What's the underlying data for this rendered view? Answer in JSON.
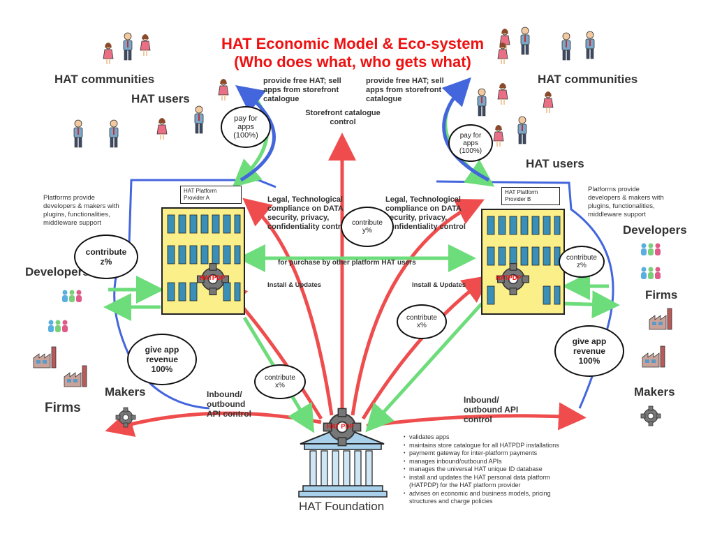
{
  "title": {
    "line1": "HAT Economic Model & Eco-system",
    "line2": "(Who does what, who gets what)"
  },
  "labels": {
    "hat_communities_left": "HAT communities",
    "hat_communities_right": "HAT communities",
    "hat_users_left": "HAT users",
    "hat_users_right": "HAT users",
    "developers_left": "Developers",
    "developers_right": "Developers",
    "firms_left": "Firms",
    "firms_right": "Firms",
    "makers_left": "Makers",
    "makers_right": "Makers",
    "foundation": "HAT Foundation",
    "storefront": "Storefront catalogue\ncontrol",
    "provide_left": "provide free HAT; sell\napps from storefront\ncatalogue",
    "provide_right": "provide free HAT; sell\napps from storefront\ncatalogue",
    "legal_left": "Legal, Technological\ncompliance on DATA\nsecurity, privacy,\nconfidentiality control",
    "legal_right": "Legal, Technological\ncompliance on DATA\nsecurity, privacy,\nconfidentiality control",
    "purchase": "for purchase by other platform HAT users",
    "install_left": "Install & Updates",
    "install_right": "Install & Updates",
    "inbound_left": "Inbound/\noutbound\nAPI control",
    "inbound_right": "Inbound/\noutbound API\ncontrol",
    "platforms_left": "Platforms provide\ndevelopers & makers with\nplugins, functionalities,\nmiddleware support",
    "platforms_right": "Platforms provide\ndevelopers & makers with\nplugins, functionalities,\nmiddleware support"
  },
  "buildings": {
    "left_plate": "HAT Platform\nProvider A",
    "right_plate": "HAT Platform\nProvider B",
    "gear_label": "HATPDP",
    "foundation_gear": "HAT PDP"
  },
  "bubbles": {
    "pay_left": "pay for\napps\n(100%)",
    "pay_right": "pay for\napps\n(100%)",
    "contribute_y": "contribute\ny%",
    "contribute_z_left": "contribute\nz%",
    "contribute_z_right": "contribute\nz%",
    "give_left": "give app\nrevenue\n100%",
    "give_right": "give app\nrevenue\n100%",
    "contribute_x_left": "contribute\nx%",
    "contribute_x_right": "contribute\nx%"
  },
  "foundation_duties": [
    "validates apps",
    "maintains store catalogue for all HATPDP installations",
    "paymemt gateway for inter-platform payments",
    "manages inbound/outbound APIs",
    "manages the universal HAT unique ID database",
    "install and updates the HAT personal data platform (HATPDP) for the HAT platform provider",
    "advises on economic and business models, pricing structures and charge policies"
  ],
  "colors": {
    "red": "#ef4d4d",
    "green": "#6ddc7a",
    "blue": "#4466dd",
    "building": "#fbef8a",
    "window": "#3a8fb8",
    "title": "#ee1111"
  }
}
